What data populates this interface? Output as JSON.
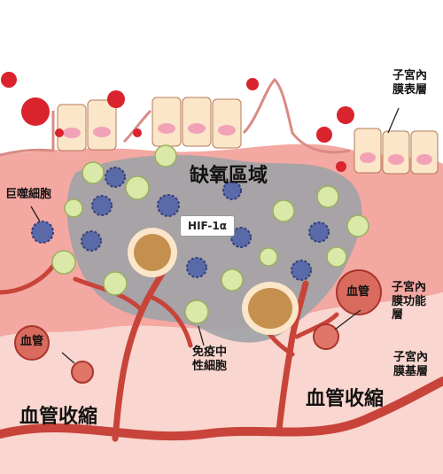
{
  "labels": {
    "endometrium_surface": "子宮內\n膜表層",
    "hypoxic_region": "缺氧區域",
    "macrophage": "巨噬細胞",
    "hif": "HIF-1α",
    "functional_layer": "子宮內\n膜功能\n層",
    "blood_vessel_left": "血管",
    "blood_vessel_right": "血管",
    "neutrophil": "免疫中\n性細胞",
    "basal_layer": "子宮內\n膜基層",
    "vasoconstriction_left": "血管收縮",
    "vasoconstriction_right": "血管收縮"
  },
  "colors": {
    "upper_tissue": "#f4a8a2",
    "lower_tissue": "#f9d6cf",
    "hypoxic_zone": "#9fa2a6",
    "vessel": "#c8443a",
    "blood_drop": "#d9232d",
    "epithelial_cell": "#fbe6c9",
    "epithelial_nucleus": "#f2a2b6",
    "macrophage": "#5a6aa8",
    "immune_cell": "#dbe9a8",
    "gland": "#c58f4e"
  }
}
